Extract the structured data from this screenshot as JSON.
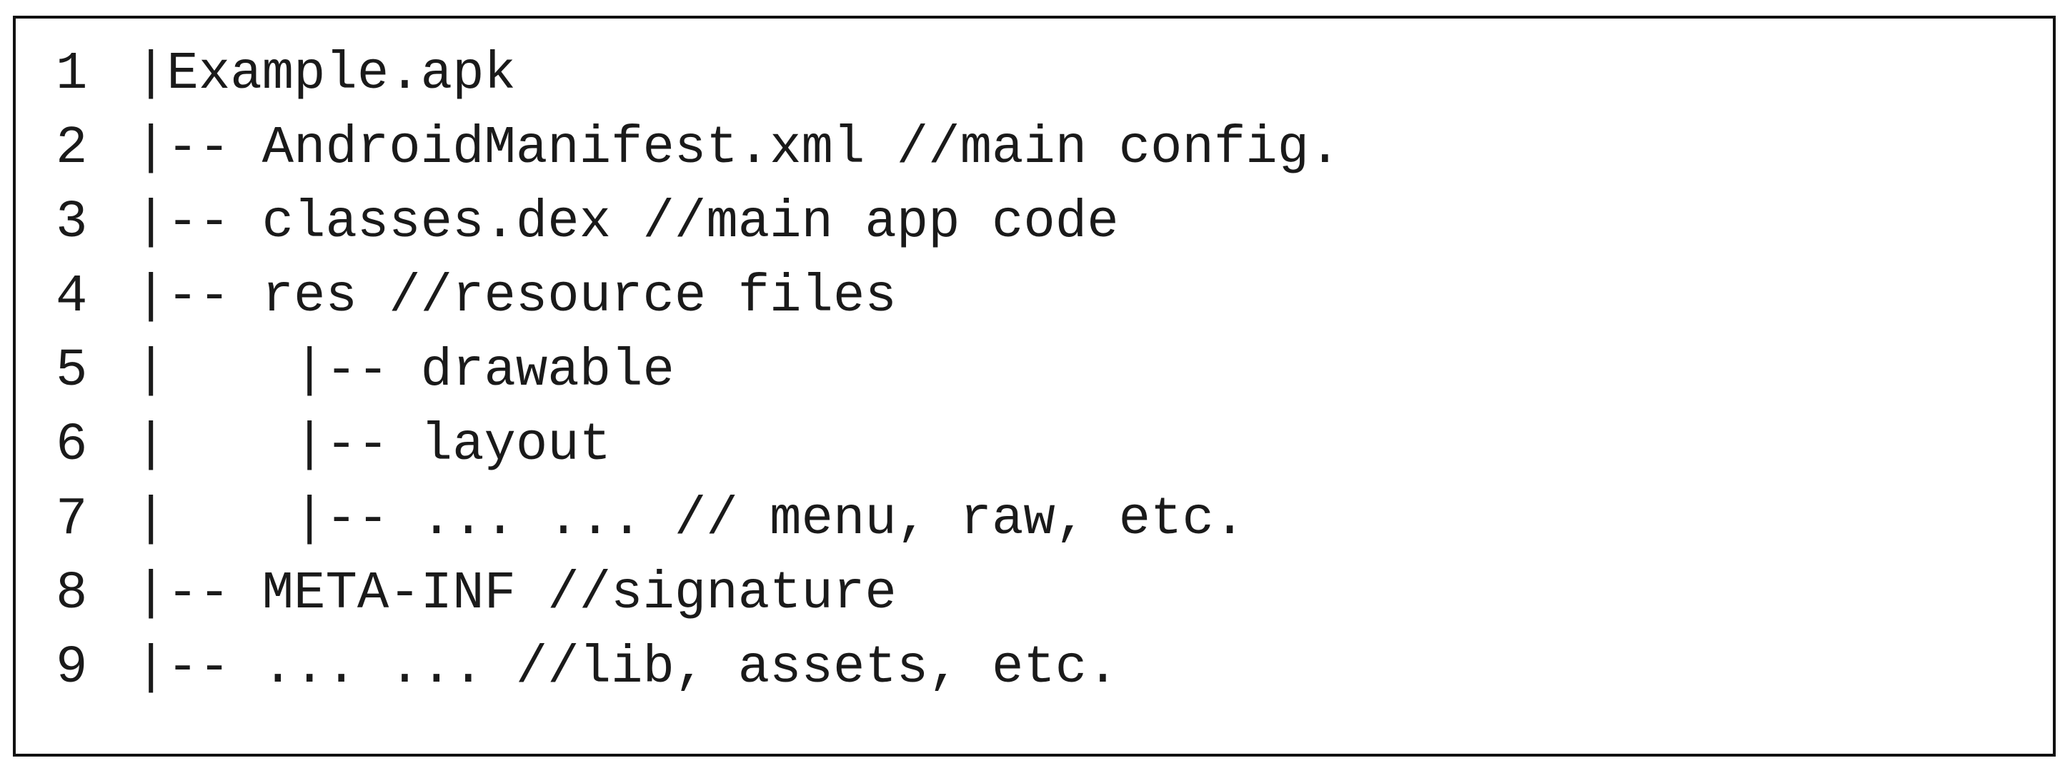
{
  "listing": {
    "lines": [
      {
        "number": "1",
        "text": "|Example.apk"
      },
      {
        "number": "2",
        "text": "|-- AndroidManifest.xml //main config."
      },
      {
        "number": "3",
        "text": "|-- classes.dex //main app code"
      },
      {
        "number": "4",
        "text": "|-- res //resource files"
      },
      {
        "number": "5",
        "text": "|    |-- drawable"
      },
      {
        "number": "6",
        "text": "|    |-- layout"
      },
      {
        "number": "7",
        "text": "|    |-- ... ... // menu, raw, etc."
      },
      {
        "number": "8",
        "text": "|-- META-INF //signature"
      },
      {
        "number": "9",
        "text": "|-- ... ... //lib, assets, etc."
      }
    ]
  }
}
